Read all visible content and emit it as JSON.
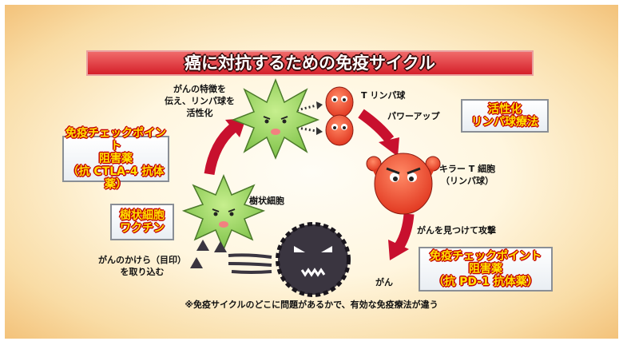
{
  "title": "癌に対抗するための免疫サイクル",
  "labels": {
    "dendritic_activate": [
      "がんの特徴を",
      "伝え、リンパ球を",
      "活性化"
    ],
    "t_lymphocyte": "T リンパ球",
    "power_up": "パワーアップ",
    "killer_t": [
      "キラー T 細胞",
      "（リンパ球）"
    ],
    "dendritic_cell": "樹状細胞",
    "find_attack": "がんを見つけて攻撃",
    "fragments": [
      "がんのかけら（目印）",
      "を取り込む"
    ],
    "cancer": "がん",
    "footnote": "※免疫サイクルのどこに問題があるかで、有効な免疫療法が違う"
  },
  "therapy_boxes": {
    "ctla4": [
      "免疫チェックポイント",
      "阻害薬",
      "（抗 CTLA-4 抗体薬）"
    ],
    "lymphocyte_therapy": [
      "活性化",
      "リンパ球療法"
    ],
    "dc_vaccine": [
      "樹状細胞",
      "ワクチン"
    ],
    "pd1": [
      "免疫チェックポイント",
      "阻害薬",
      "（抗 PD-1 抗体薬）"
    ]
  },
  "colors": {
    "title_red": "#d5202a",
    "arrow_red": "#c8102e",
    "green_cell": "#9ad65a",
    "red_cell": "#f0583a",
    "cancer": "#3a3540"
  }
}
